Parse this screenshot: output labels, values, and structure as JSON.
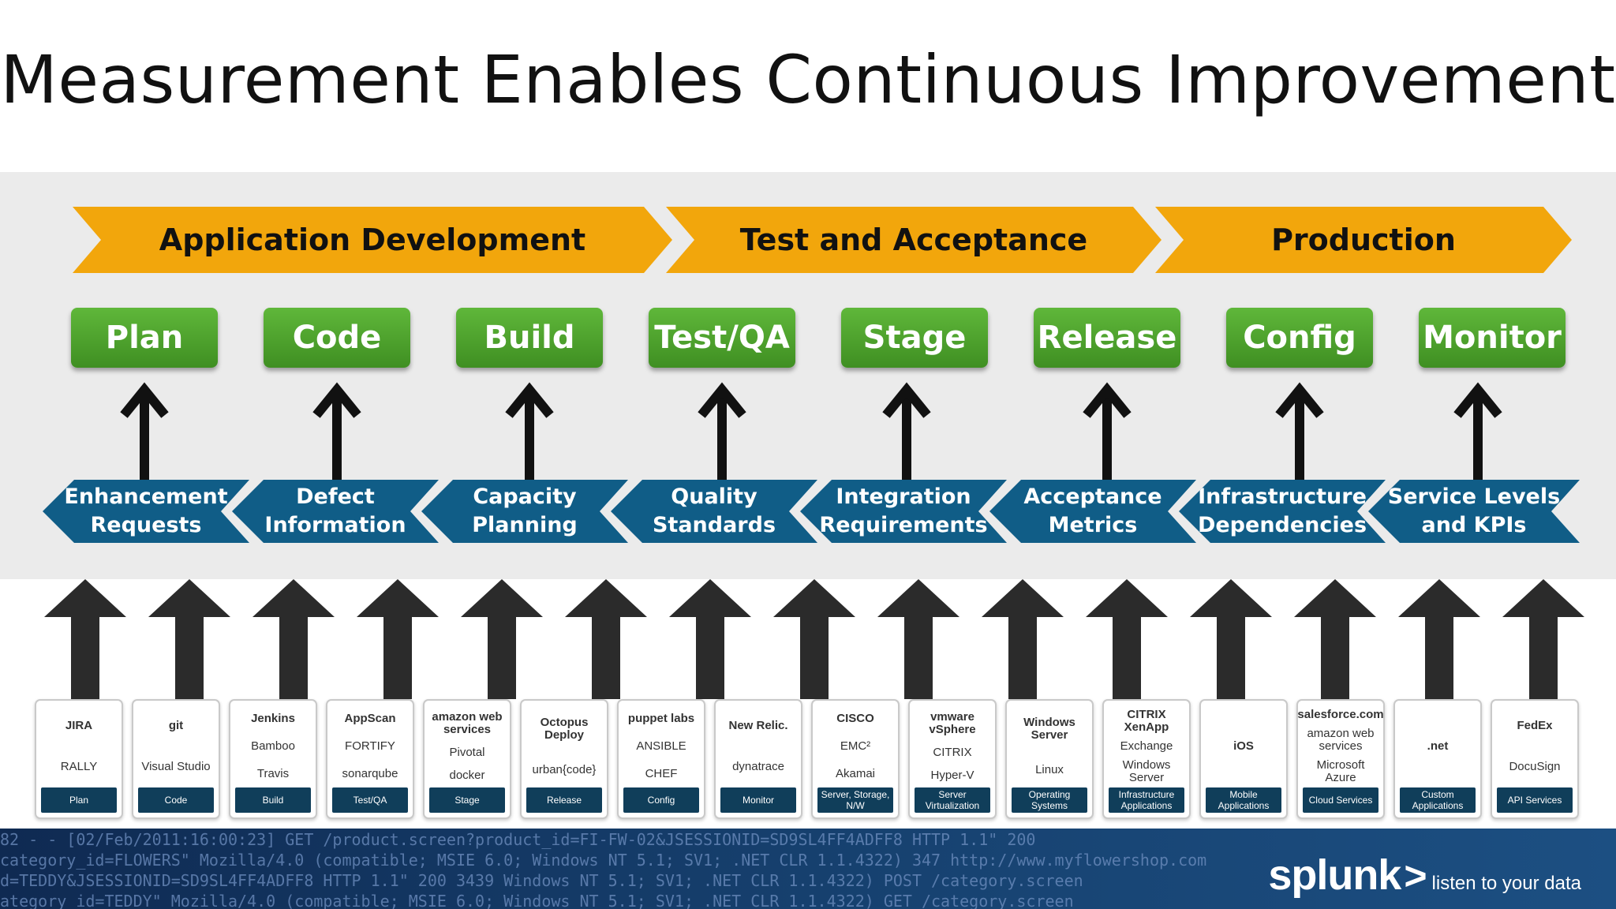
{
  "title": "Measurement Enables Continuous Improvement",
  "phases": [
    "Application Development",
    "Test and Acceptance",
    "Production"
  ],
  "stages": [
    "Plan",
    "Code",
    "Build",
    "Test/QA",
    "Stage",
    "Release",
    "Config",
    "Monitor"
  ],
  "inputs": [
    [
      "Enhancement",
      "Requests"
    ],
    [
      "Defect",
      "Information"
    ],
    [
      "Capacity",
      "Planning"
    ],
    [
      "Quality",
      "Standards"
    ],
    [
      "Integration",
      "Requirements"
    ],
    [
      "Acceptance",
      "Metrics"
    ],
    [
      "Infrastructure",
      "Dependencies"
    ],
    [
      "Service Levels",
      "and KPIs"
    ]
  ],
  "tiles": [
    {
      "logos": [
        "JIRA",
        "RALLY"
      ],
      "label": "Plan"
    },
    {
      "logos": [
        "git",
        "Visual Studio"
      ],
      "label": "Code"
    },
    {
      "logos": [
        "Jenkins",
        "Bamboo",
        "Travis"
      ],
      "label": "Build"
    },
    {
      "logos": [
        "AppScan",
        "FORTIFY",
        "sonarqube"
      ],
      "label": "Test/QA"
    },
    {
      "logos": [
        "amazon web services",
        "Pivotal",
        "docker"
      ],
      "label": "Stage"
    },
    {
      "logos": [
        "Octopus Deploy",
        "urban{code}"
      ],
      "label": "Release"
    },
    {
      "logos": [
        "puppet labs",
        "ANSIBLE",
        "CHEF"
      ],
      "label": "Config"
    },
    {
      "logos": [
        "New Relic.",
        "dynatrace"
      ],
      "label": "Monitor"
    },
    {
      "logos": [
        "CISCO",
        "EMC²",
        "Akamai"
      ],
      "label": "Server, Storage, N/W"
    },
    {
      "logos": [
        "vmware vSphere",
        "CITRIX",
        "Hyper-V"
      ],
      "label": "Server Virtualization"
    },
    {
      "logos": [
        "Windows Server",
        "Linux"
      ],
      "label": "Operating Systems"
    },
    {
      "logos": [
        "CITRIX XenApp",
        "Exchange",
        "Windows Server"
      ],
      "label": "Infrastructure Applications"
    },
    {
      "logos": [
        "iOS"
      ],
      "label": "Mobile Applications"
    },
    {
      "logos": [
        "salesforce.com",
        "amazon web services",
        "Microsoft Azure"
      ],
      "label": "Cloud Services"
    },
    {
      "logos": ".net",
      "label": "Custom Applications"
    },
    {
      "logos": [
        "FedEx",
        "DocuSign"
      ],
      "label": "API Services"
    }
  ],
  "log_lines": [
    "82 - - [02/Feb/2011:16:00:23] GET /product.screen?product_id=FI-FW-02&JSESSIONID=SD9SL4FF4ADFF8 HTTP 1.1\" 200",
    "category_id=FLOWERS\" Mozilla/4.0 (compatible; MSIE 6.0; Windows NT 5.1; SV1; .NET CLR 1.1.4322) 347 http://www.myflowershop.com",
    "d=TEDDY&JSESSIONID=SD9SL4FF4ADFF8 HTTP 1.1\" 200 3439 Windows NT 5.1; SV1; .NET CLR 1.1.4322) POST /category.screen",
    "ategory_id=TEDDY\" Mozilla/4.0 (compatible; MSIE 6.0; Windows NT 5.1; SV1; .NET CLR 1.1.4322) GET /category.screen"
  ],
  "brand": {
    "name": "splunk",
    "mark": ">",
    "tagline": "listen to your data"
  },
  "colors": {
    "phase": "#f2a60c",
    "stage": "#4aa22c",
    "input": "#105d87",
    "tile_caption": "#103e5a",
    "arrow": "#111111",
    "big_arrow": "#2b2b2b"
  }
}
